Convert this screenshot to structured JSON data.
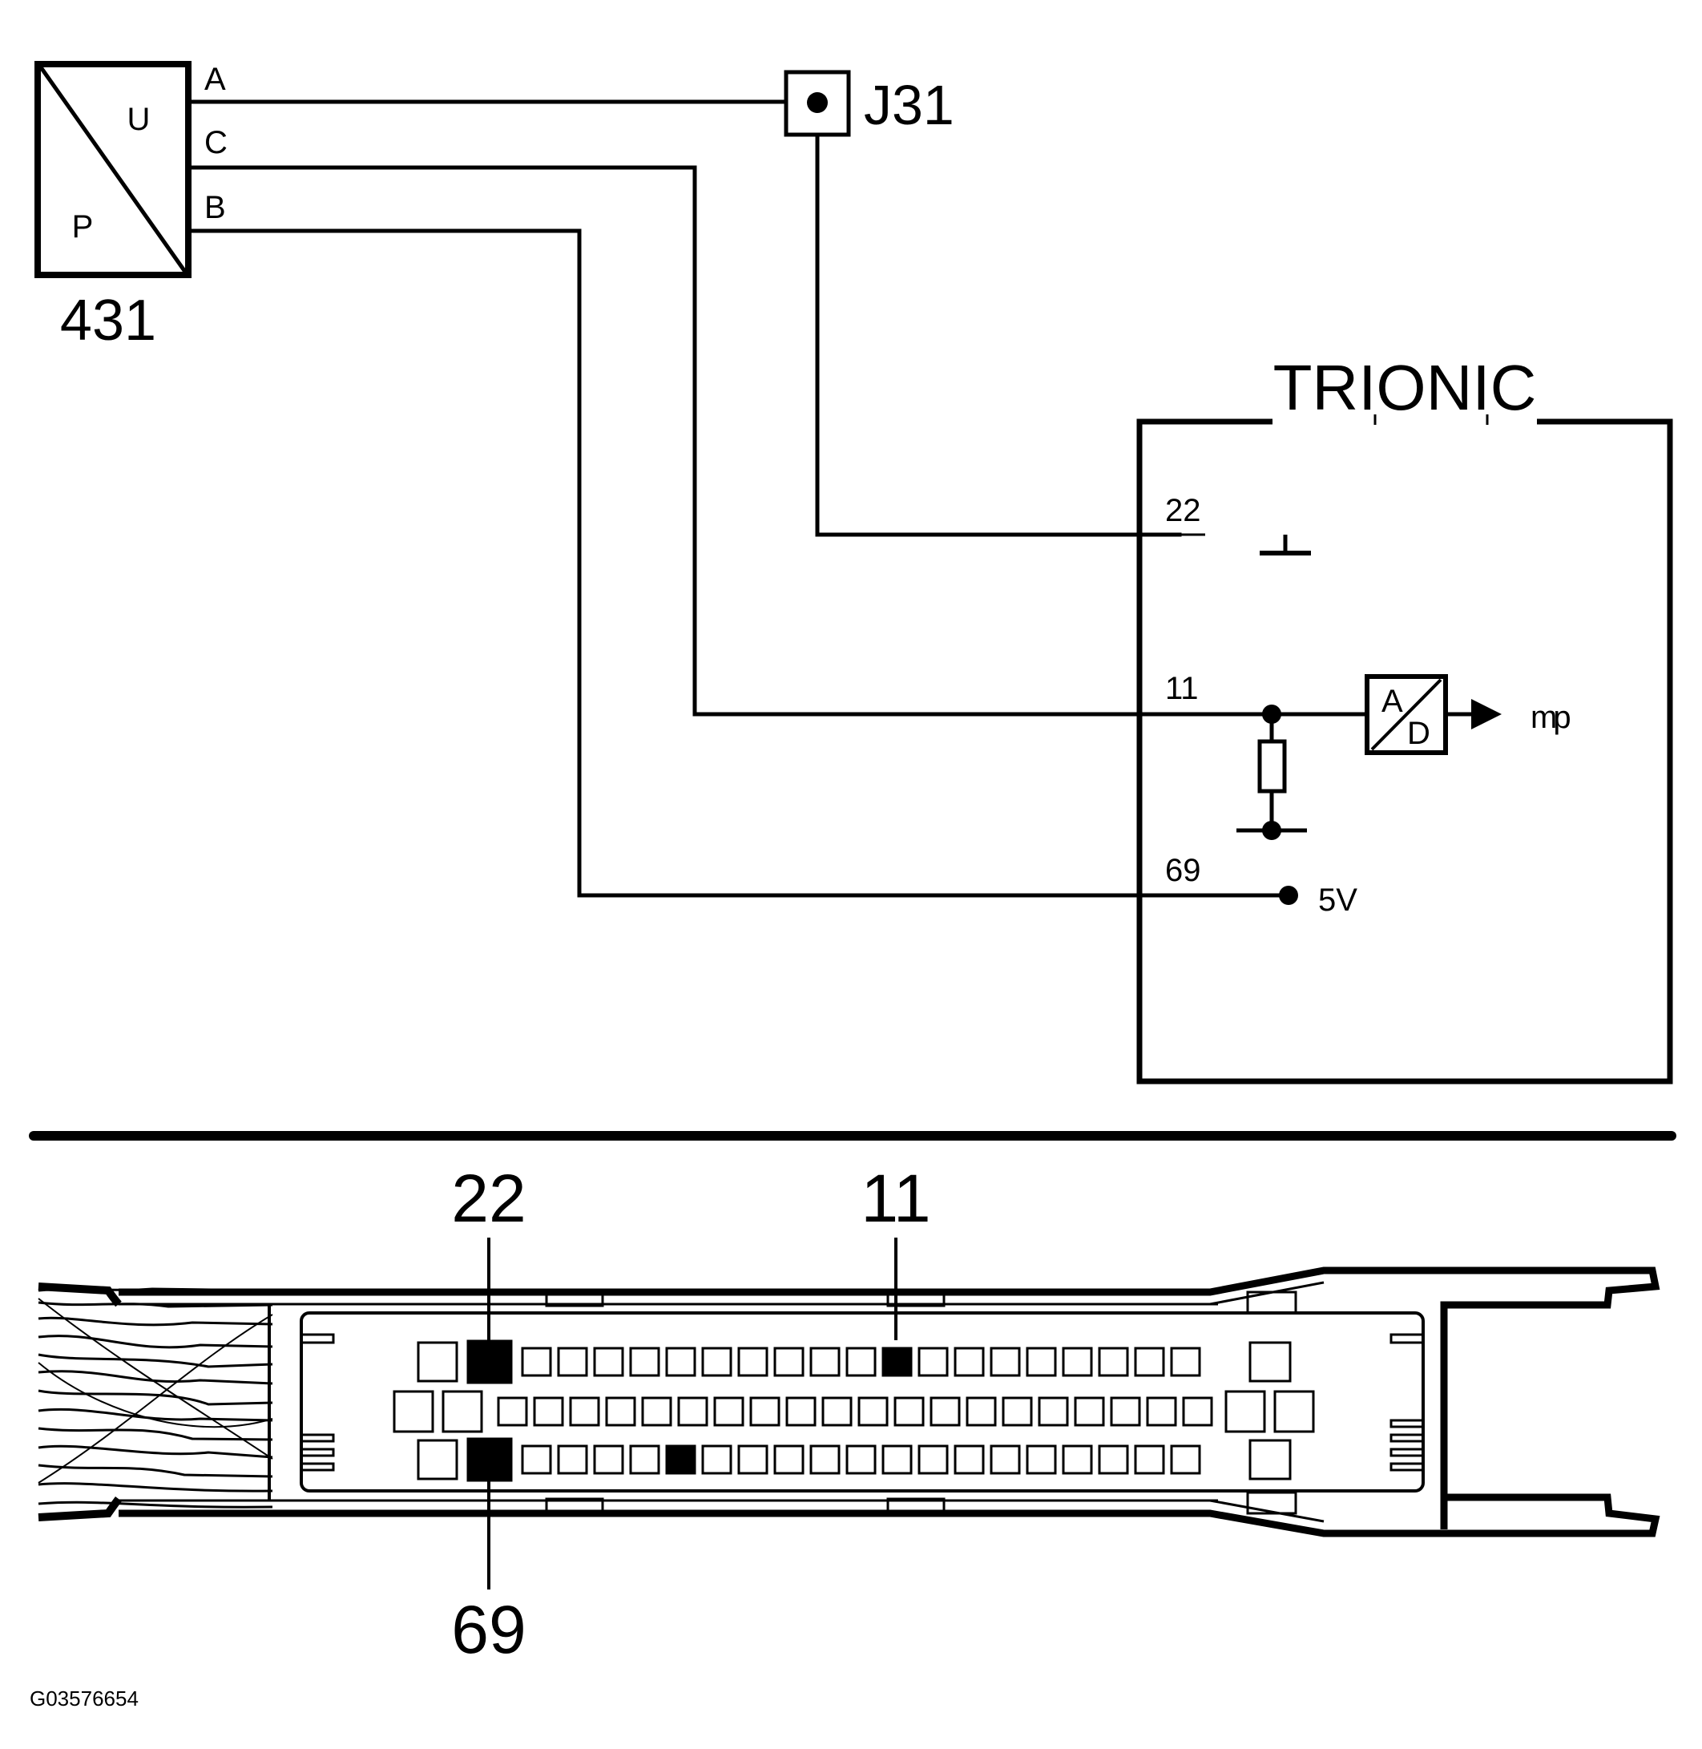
{
  "sensor": {
    "id": "431",
    "symbol_top": "U",
    "symbol_bottom": "P",
    "pins": {
      "a": "A",
      "c": "C",
      "b": "B"
    }
  },
  "junction": {
    "id": "J31"
  },
  "ecu": {
    "title": "TRIONIC",
    "pins": {
      "ground": "22",
      "signal": "11",
      "supply": "69"
    },
    "adc": {
      "top": "A",
      "bottom": "D"
    },
    "output": "mp",
    "supply_voltage": "5V"
  },
  "connector_view": {
    "top_labels": [
      "22",
      "11"
    ],
    "bottom_labels": [
      "69"
    ],
    "highlighted_rows": [
      [
        2,
        13
      ],
      [],
      [
        2,
        7
      ]
    ]
  },
  "footer": {
    "image_code": "G03576654"
  },
  "colors": {
    "ink": "#000000",
    "paper": "#ffffff"
  }
}
